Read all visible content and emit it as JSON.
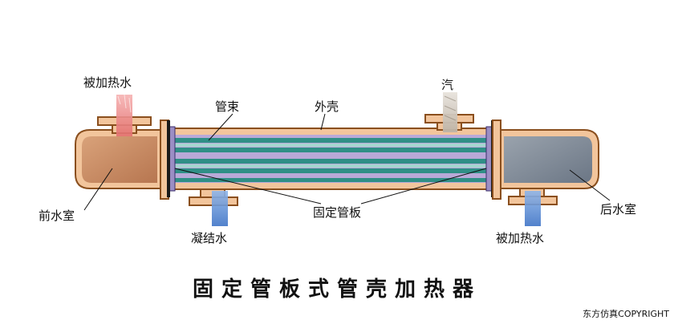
{
  "title": "固定管板式管壳加热器",
  "copyright": "东方仿真COPYRIGHT",
  "labels": {
    "heated_water_in": "被加热水",
    "tube_bundle": "管束",
    "shell": "外壳",
    "steam": "汽",
    "front_chamber": "前水室",
    "fixed_tube_sheet": "固定管板",
    "rear_chamber": "后水室",
    "condensate": "凝结水",
    "heated_water_out": "被加热水"
  },
  "colors": {
    "shell_fill": "#f2c59c",
    "shell_outline": "#8a4f1e",
    "front_chamber": "#c9865a",
    "rear_chamber": "#7d8a9b",
    "tube_teal": "#2f8f86",
    "tube_plate": "#9b8ec4",
    "hot_water": "#f08a8a",
    "cold_water": "#5b8fd6"
  }
}
